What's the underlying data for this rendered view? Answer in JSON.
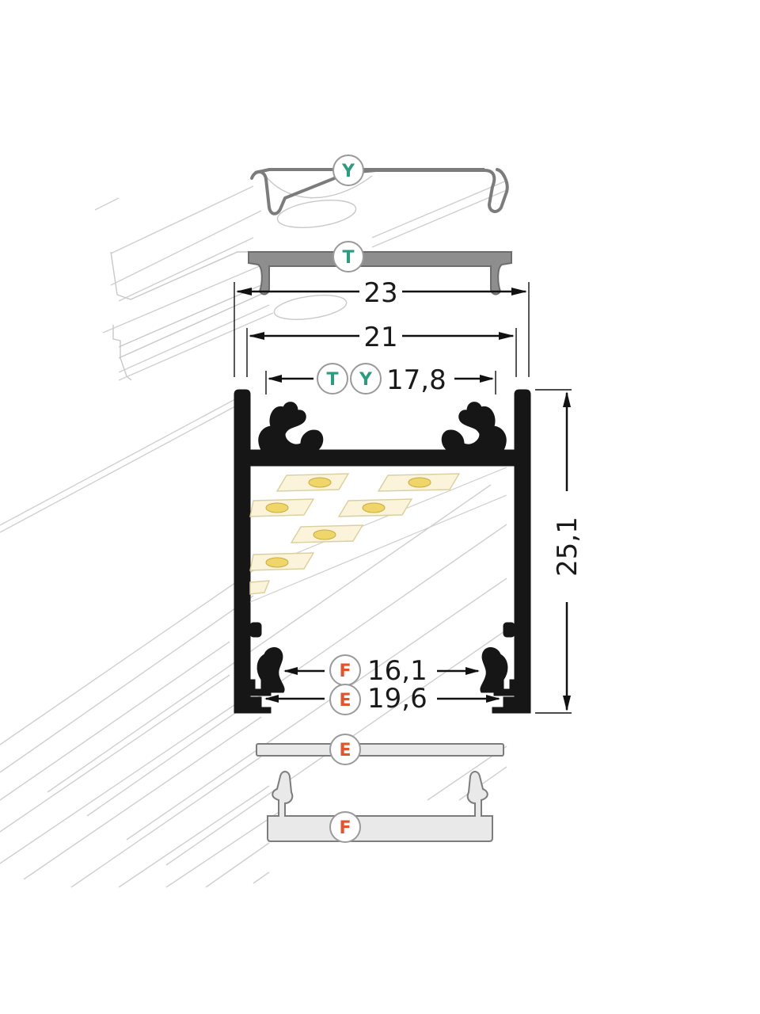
{
  "colors": {
    "profile": "#161616",
    "ghost_line": "#c9c9c9",
    "cover_fill": "#e9e9e9",
    "cover_stroke": "#7c7c7c",
    "badge_green": "#2e9a7f",
    "badge_orange": "#e2542c",
    "badge_stroke": "#9a9a9a",
    "led_chip": "#f0d56a",
    "led_pad": "#fbf3da"
  },
  "dimensions": {
    "width_outer": "23",
    "width_inner": "21",
    "width_slot_top": "17,8",
    "height": "25,1",
    "width_slot_bottom_f": "16,1",
    "width_slot_bottom_e": "19,6"
  },
  "badges": {
    "cover_y": "Y",
    "cover_t": "T",
    "slot_top_t": "T",
    "slot_top_y": "Y",
    "slot_bottom_f": "F",
    "slot_bottom_e": "E",
    "cover_e": "E",
    "cover_f": "F"
  }
}
